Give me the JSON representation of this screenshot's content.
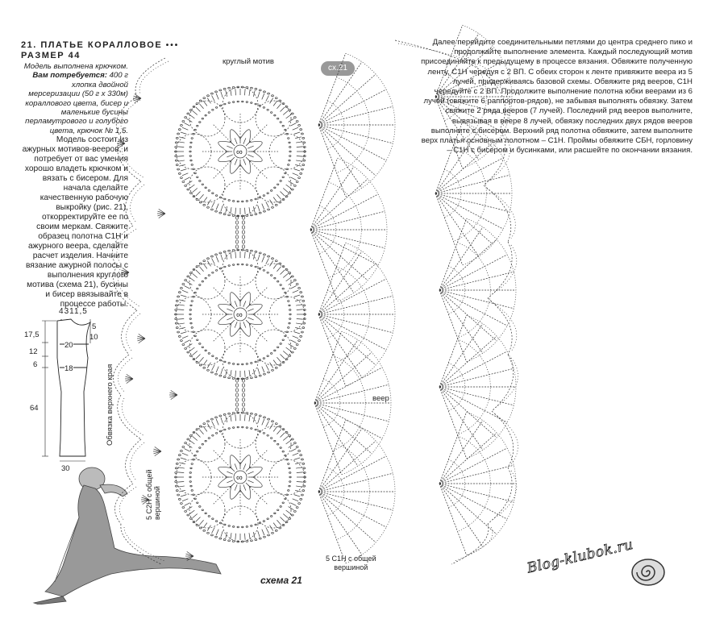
{
  "header": {
    "title": "21. ПЛАТЬЕ КОРАЛЛОВОЕ",
    "title_dots": "•••",
    "size": "РАЗМЕР 44"
  },
  "left_text": {
    "model": "Модель выполнена крючком.",
    "need_label": "Вам потребуется:",
    "need_text": "400 г хлопка двойной мерсеризации (50 г х 330м) кораллового цвета, бисер и маленькие бусины перламутрового и голубого цвета, крючок № 1,5.",
    "description": "Модель состоит из ажурных мотивов-вееров, и потребует от вас умения хорошо владеть крючком и вязать с бисером. Для начала сделайте качественную рабочую выкройку (рис. 21), откорректируйте ее по своим меркам. Свяжите образец полотна С1Н и ажурного веера, сделайте расчет изделия. Начните вязание ажурной полосы с выполнения круглого мотива (схема 21), бусины и бисер ввязывайте в процессе работы."
  },
  "right_text": "Далее перейдите соединительными петлями до центра среднего пико и продолжайте выполнение элемента. Каждый последующий мотив присоединяйте к предыдущему в процессе вязания. Обвяжите полученную ленту, С1Н чередуя с 2 ВП. С обеих сторон к ленте привяжите веера из 5 лучей, придерживаясь базовой схемы. Обвяжите ряд вееров, С1Н чередуйте с 2 ВП. Продолжите выполнение полотна юбки веерами из 6 лучей (свяжите 6 раппортов-рядов), не забывая выполнять обвязку. Затем свяжите 2 ряда вееров (7 лучей). Последний ряд вееров выполните, вывязывая в веере 8 лучей, обвязку последних двух рядов вееров выполните с бисером. Верхний ряд полотна обвяжите, затем выполните верх платья основным полотном – С1Н. Проймы обвяжите СБН, горловину – С1Н с бисером и бусинками, или расшейте по окончании вязания.",
  "labels": {
    "motif": "круглый мотив",
    "scheme_box": "сх.21",
    "fan": "веер",
    "edge": "Обвязка верхнего края",
    "c2h_common_1": "5 С2Н с общей",
    "c2h_common_2": "вершиной",
    "c1h_common_1": "5 С1Н с общей",
    "c1h_common_2": "вершиной",
    "scheme": "схема 21",
    "motif_mark": "∞",
    "watermark": "Blog-klubok.ru"
  },
  "pattern": {
    "top": [
      "4",
      "3",
      "11,5"
    ],
    "left": [
      "17,5",
      "12",
      "6",
      "64"
    ],
    "right": [
      "5",
      "10"
    ],
    "widths": [
      "20",
      "18"
    ],
    "bottom": "30"
  }
}
